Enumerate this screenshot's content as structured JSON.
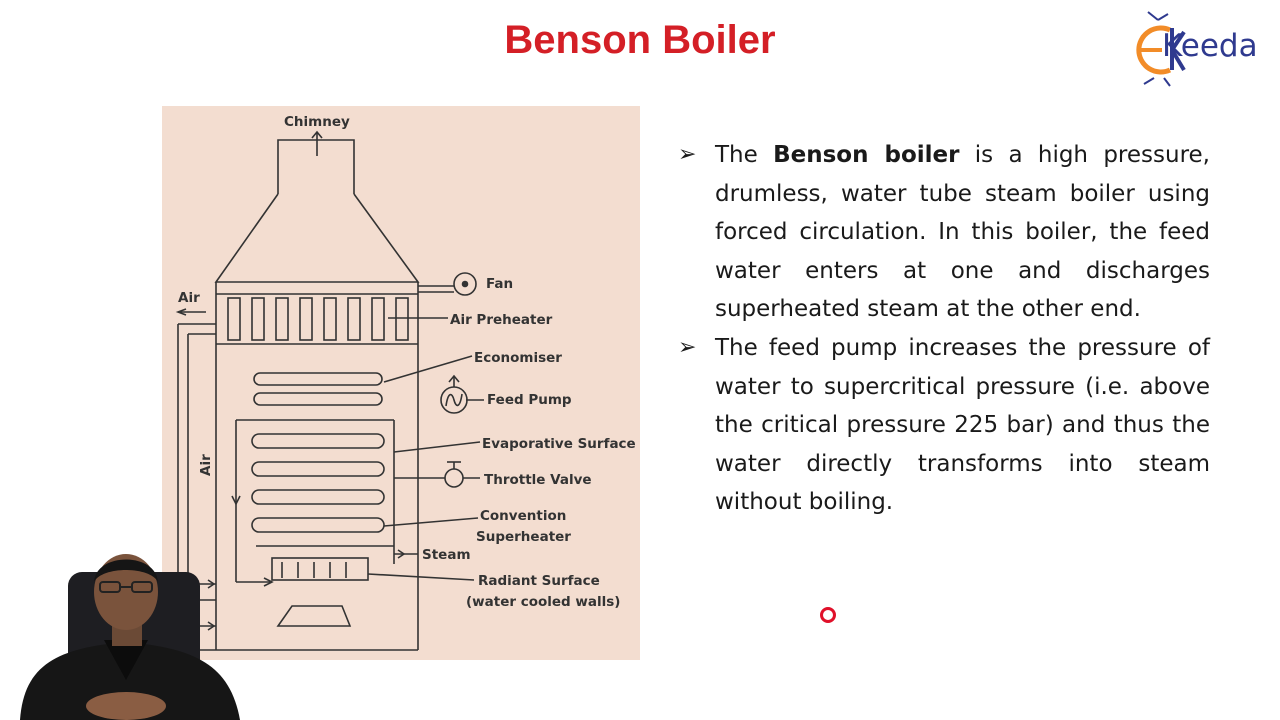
{
  "slide": {
    "title": "Benson Boiler"
  },
  "logo": {
    "brand_text": "Keeda",
    "brand_color": "#2f3a8f",
    "accent_color": "#f28c28"
  },
  "diagram": {
    "labels": {
      "chimney": "Chimney",
      "fan": "Fan",
      "air_top": "Air",
      "air_preheater": "Air Preheater",
      "economiser": "Economiser",
      "feed_pump": "Feed Pump",
      "evaporative_surface": "Evaporative Surface",
      "air_side": "Air",
      "throttle_valve": "Throttle Valve",
      "convention_1": "Convention",
      "convention_2": "Superheater",
      "steam": "Steam",
      "radiant_1": "Radiant Surface",
      "radiant_2": "(water cooled walls)"
    }
  },
  "bullets": [
    {
      "pre": "The ",
      "bold": "Benson boiler",
      "post": " is a high pressure, drumless, water tube steam boiler using forced circulation. In this boiler, the feed water enters at one and discharges superheated steam at the other end."
    },
    {
      "pre": "",
      "bold": "",
      "post": "The feed pump increases the pressure of water to supercritical pressure (i.e. above the critical pressure 225 bar) and thus the water directly transforms into steam without boiling."
    }
  ],
  "colors": {
    "title": "#d41f26",
    "diagram_bg": "#f3ddd0",
    "cursor": "#e0102a"
  }
}
